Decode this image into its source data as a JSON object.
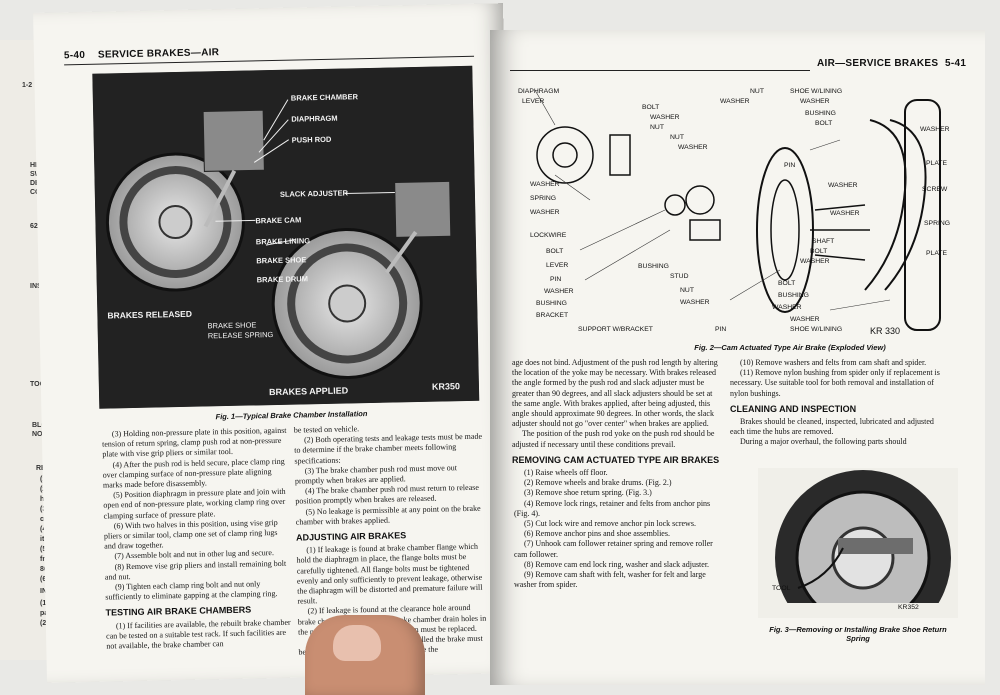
{
  "left_page": {
    "page_number": "5-40",
    "section_title": "SERVICE BRAKES—AIR",
    "figure1": {
      "callouts": [
        "BRAKE CHAMBER",
        "DIAPHRAGM",
        "PUSH ROD",
        "SLACK ADJUSTER",
        "BRAKE CAM",
        "BRAKE LINING",
        "BRAKE SHOE",
        "BRAKE DRUM",
        "BRAKES RELEASED",
        "BRAKE SHOE",
        "RELEASE SPRING",
        "BRAKES APPLIED",
        "KR350"
      ],
      "caption": "Fig. 1—Typical Brake Chamber Installation"
    },
    "col1": {
      "paras": [
        "(3) Holding non-pressure plate in this position, against tension of return spring, clamp push rod at non-pressure plate with vise grip pliers or similar tool.",
        "(4) After the push rod is held secure, place clamp ring over clamping surface of non-pressure plate aligning marks made before disassembly.",
        "(5) Position diaphragm in pressure plate and join with open end of non-pressure plate, working clamp ring over clamping surface of pressure plate.",
        "(6) With two halves in this position, using vise grip pliers or similar tool, clamp one set of clamp ring lugs and draw together.",
        "(7) Assemble bolt and nut in other lug and secure.",
        "(8) Remove vise grip pliers and install remaining bolt and nut.",
        "(9) Tighten each clamp ring bolt and nut only sufficiently to eliminate gapping at the clamping ring."
      ],
      "heading": "TESTING AIR BRAKE CHAMBERS",
      "after": "(1) If facilities are available, the rebuilt brake chamber can be tested on a suitable test rack. If such facilities are not available, the brake chamber can"
    },
    "col2": {
      "paras": [
        "be tested on vehicle.",
        "(2) Both operating tests and leakage tests must be made to determine if the brake chamber meets following specifications:",
        "(3) The brake chamber push rod must move out promptly when brakes are applied.",
        "(4) The brake chamber push rod must return to release position promptly when brakes are released.",
        "(5) No leakage is permissible at any point on the brake chamber with brakes applied."
      ],
      "heading": "ADJUSTING AIR BRAKES",
      "after": [
        "(1) If leakage is found at brake chamber flange which hold the diaphragm in place, the flange bolts must be carefully tightened. All flange bolts must be tightened evenly and only sufficiently to prevent leakage, otherwise the diaphragm will be distorted and premature failure will result.",
        "(2) If leakage is found at the clearance hole around brake chamber push rod or at brake chamber drain holes in the non-pressure plate, the diaphragm must be replaced.",
        "(3) After the brake chamber is installed the brake must be adjusted to ensure ... made to be sure the"
      ]
    }
  },
  "right_page": {
    "page_number": "5-41",
    "section_title": "AIR—SERVICE BRAKES",
    "figure2": {
      "labels_left": [
        "DIAPHRAGM",
        "LEVER",
        "BOLT",
        "WASHER",
        "NUT",
        "NUT",
        "WASHER",
        "WASHER",
        "SPRING",
        "WASHER",
        "LOCKWIRE",
        "BOLT",
        "LEVER",
        "PIN",
        "WASHER",
        "BUSHING",
        "BRACKET",
        "BUSHING",
        "STUD",
        "NUT",
        "WASHER",
        "SUPPORT W/BRACKET",
        "PIN"
      ],
      "labels_right": [
        "NUT",
        "WASHER",
        "SHOE W/LINING",
        "WASHER",
        "BUSHING",
        "BOLT",
        "WASHER",
        "PLATE",
        "SCREW",
        "WASHER",
        "PIN",
        "WASHER",
        "SPRING",
        "SHAFT",
        "BOLT",
        "WASHER",
        "PLATE",
        "BOLT",
        "BUSHING",
        "WASHER",
        "WASHER",
        "SHOE W/LINING",
        "KR 330"
      ],
      "caption": "Fig. 2—Cam Actuated Type Air Brake (Exploded View)"
    },
    "col1": {
      "paras": [
        "age does not bind. Adjustment of the push rod length by altering the location of the yoke may be necessary. With brakes released the angle formed by the push rod and slack adjuster must be greater than 90 degrees, and all slack adjusters should be set at the same angle. With brakes applied, after being adjusted, this angle should approximate 90 degrees. In other words, the slack adjuster should not go \"over center\" when brakes are applied.",
        "The position of the push rod yoke on the push rod should be adjusted if necessary until these conditions prevail."
      ],
      "heading": "REMOVING CAM ACTUATED TYPE AIR BRAKES",
      "steps": [
        "(1) Raise wheels off floor.",
        "(2) Remove wheels and brake drums. (Fig. 2.)",
        "(3) Remove shoe return spring. (Fig. 3.)",
        "(4) Remove lock rings, retainer and felts from anchor pins (Fig. 4).",
        "(5) Cut lock wire and remove anchor pin lock screws.",
        "(6) Remove anchor pins and shoe assemblies.",
        "(7) Unhook cam follower retainer spring and remove roller cam follower.",
        "(8) Remove cam end lock ring, washer and slack adjuster.",
        "(9) Remove cam shaft with felt, washer for felt and large washer from spider."
      ]
    },
    "col2": {
      "paras": [
        "(10) Remove washers and felts from cam shaft and spider.",
        "(11) Remove nylon bushing from spider only if replacement is necessary. Use suitable tool for both removal and installation of nylon bushings."
      ],
      "heading": "CLEANING AND INSPECTION",
      "after": [
        "Brakes should be cleaned, inspected, lubricated and adjusted each time the hubs are removed.",
        "During a major overhaul, the following parts should"
      ]
    },
    "figure3": {
      "labels": [
        "TOOL",
        "KR352"
      ],
      "caption": "Fig. 3—Removing or Installing Brake Shoe Return Spring"
    }
  },
  "under_page_fragments": [
    "1-2",
    "HEAT",
    "SWITC",
    "DEFRO",
    "CONTI",
    "62x1",
    "INSU",
    "TOO",
    "BLOW",
    "NOT",
    "REM",
    "(1)",
    "(2)",
    "hoses",
    "(3)",
    "cable",
    "(4)",
    "it be",
    "(5)",
    "front",
    "86 ar",
    "(6)",
    "INSP",
    "(1)",
    "parts",
    "(2)"
  ]
}
